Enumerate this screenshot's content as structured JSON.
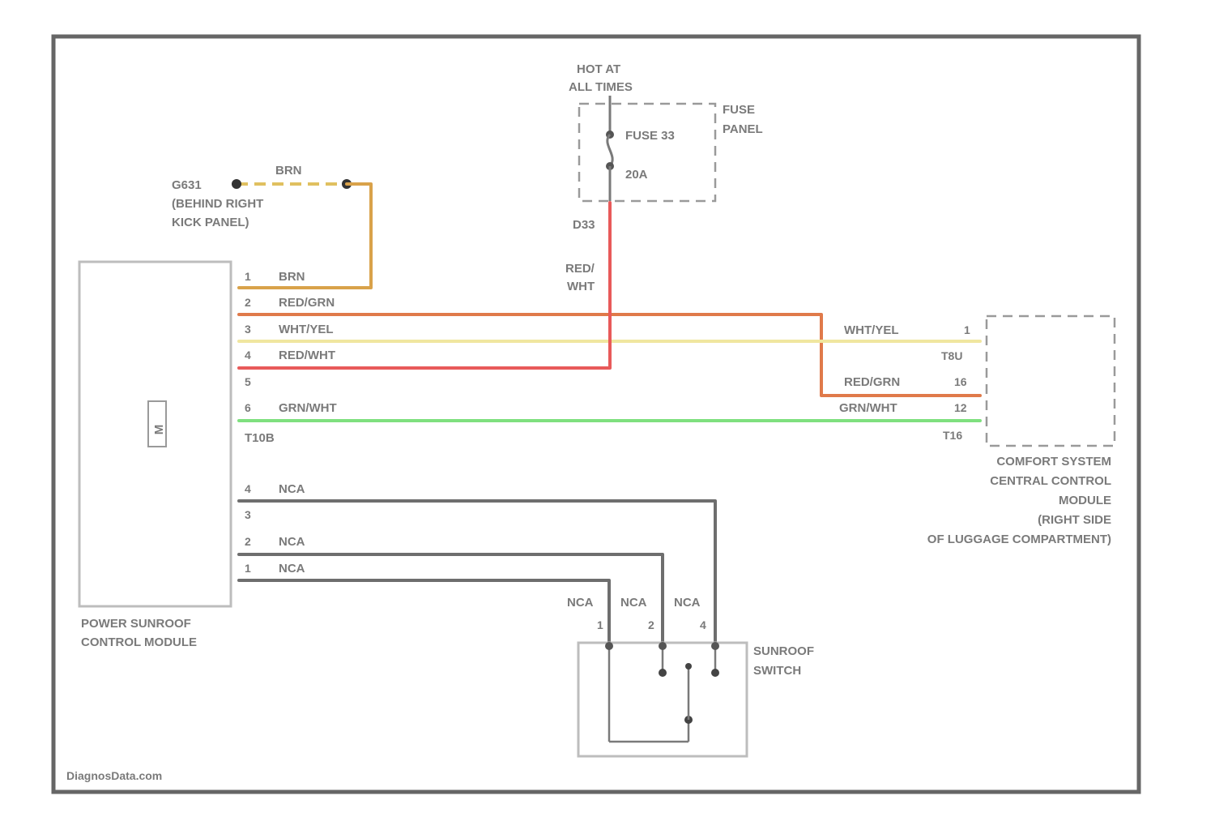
{
  "colors": {
    "border": "#666666",
    "box": "#bdbdbd",
    "text": "#7a7a7a",
    "brn": "#d9a24a",
    "brn_dash": "#e0c060",
    "red_grn": "#e07a4a",
    "wht_yel": "#f0e6a0",
    "red_wht": "#e85a5a",
    "grn_wht": "#7fe07f",
    "nca": "#6e6e6e"
  },
  "hot_label": [
    "HOT AT",
    "ALL TIMES"
  ],
  "fuse_panel_label": [
    "FUSE",
    "PANEL"
  ],
  "fuse_label": "FUSE 33",
  "fuse_rating": "20A",
  "fuse_pin": "D33",
  "ground_label": [
    "G631",
    "(BEHIND RIGHT",
    "KICK PANEL)"
  ],
  "ground_wire_color": "BRN",
  "fuse_wire_color": [
    "RED/",
    "WHT"
  ],
  "module_label": [
    "POWER SUNROOF",
    "CONTROL MODULE"
  ],
  "module_icon": "M",
  "module_connector": "T10B",
  "module_pins": [
    {
      "pin": "1",
      "color": "BRN"
    },
    {
      "pin": "2",
      "color": "RED/GRN"
    },
    {
      "pin": "3",
      "color": "WHT/YEL"
    },
    {
      "pin": "4",
      "color": "RED/WHT"
    },
    {
      "pin": "5",
      "color": ""
    },
    {
      "pin": "6",
      "color": "GRN/WHT"
    }
  ],
  "module_switch_pins": [
    {
      "pin": "4",
      "color": "NCA"
    },
    {
      "pin": "3",
      "color": ""
    },
    {
      "pin": "2",
      "color": "NCA"
    },
    {
      "pin": "1",
      "color": "NCA"
    }
  ],
  "comfort_pins": [
    {
      "pin": "1",
      "color": "WHT/YEL"
    },
    {
      "pin": "T8U",
      "color": ""
    },
    {
      "pin": "16",
      "color": "RED/GRN"
    },
    {
      "pin": "12",
      "color": "GRN/WHT"
    },
    {
      "pin": "T16",
      "color": ""
    }
  ],
  "comfort_label": [
    "COMFORT SYSTEM",
    "CENTRAL CONTROL",
    "MODULE",
    "(RIGHT SIDE",
    "OF LUGGAGE COMPARTMENT)"
  ],
  "switch_label": [
    "SUNROOF",
    "SWITCH"
  ],
  "switch_pins": [
    {
      "pin": "1",
      "color": "NCA"
    },
    {
      "pin": "2",
      "color": "NCA"
    },
    {
      "pin": "4",
      "color": "NCA"
    }
  ],
  "watermark": "DiagnosData.com"
}
